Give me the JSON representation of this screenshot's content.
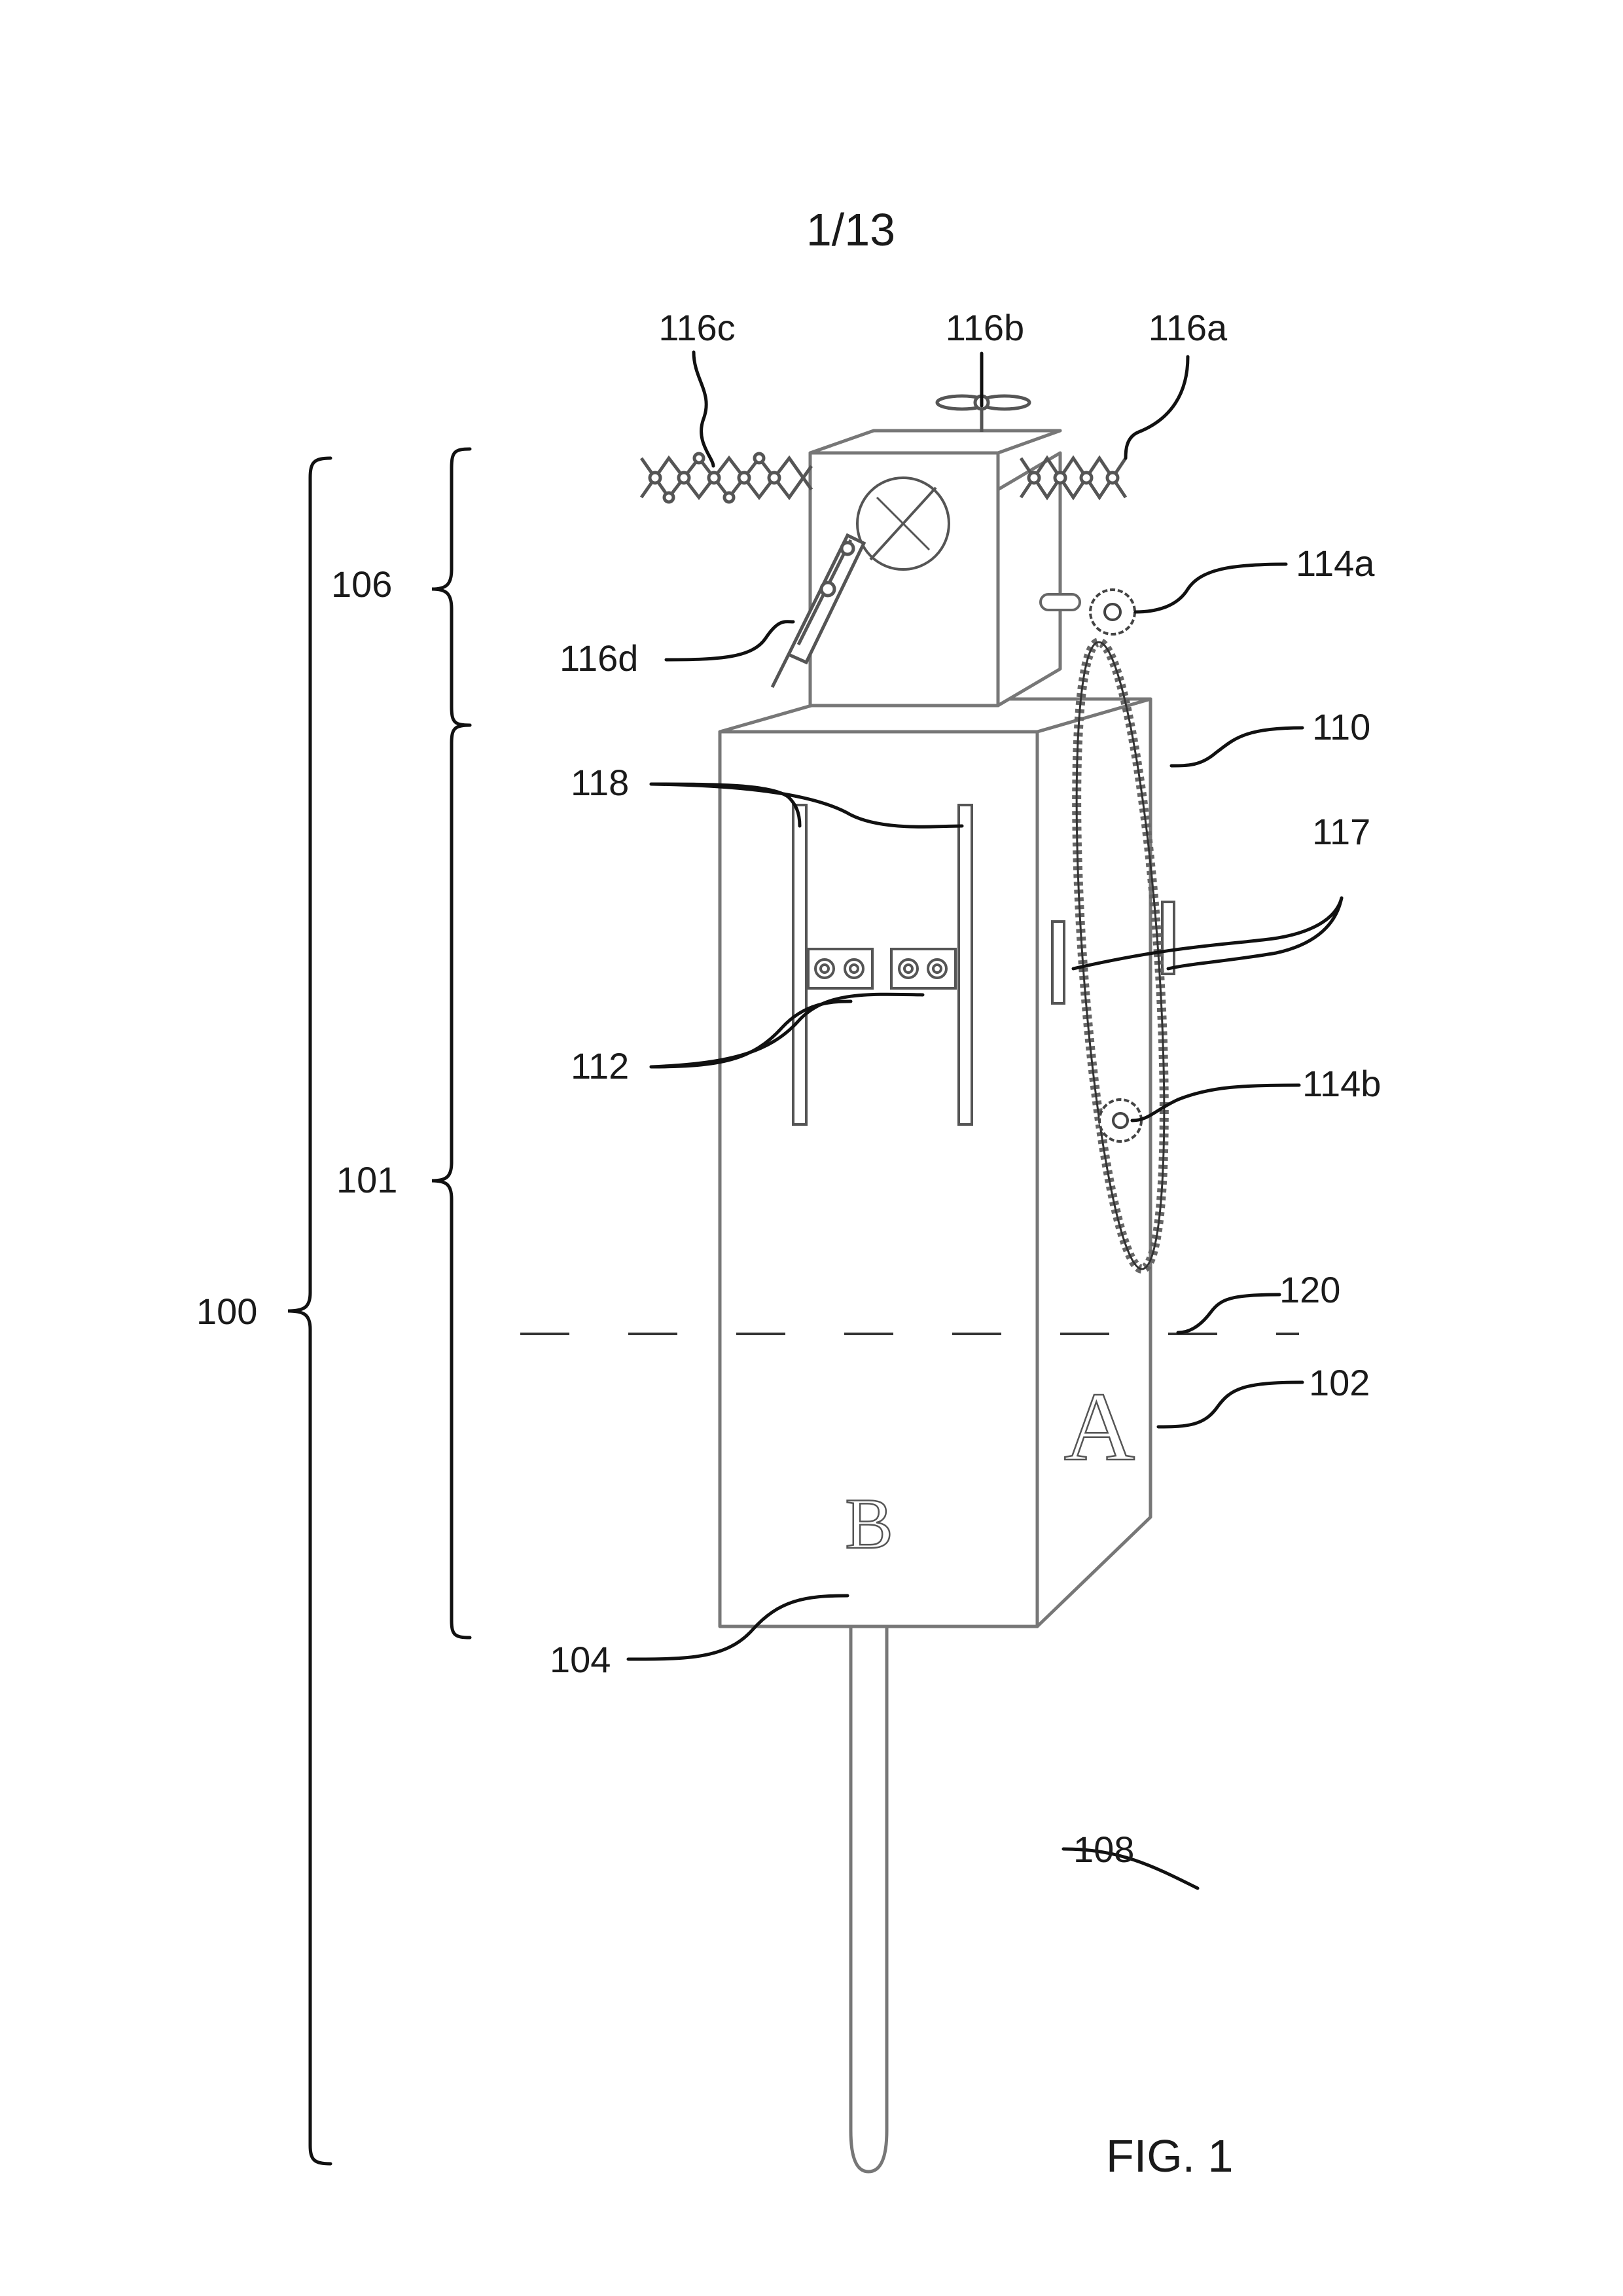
{
  "sheet_number": "1/13",
  "figure_label": "FIG. 1",
  "face_letters": {
    "side_a": "A",
    "front_b": "B"
  },
  "reference_numerals": {
    "r100": "100",
    "r101": "101",
    "r102": "102",
    "r104": "104",
    "r106": "106",
    "r108": "108",
    "r110": "110",
    "r112": "112",
    "r114a": "114a",
    "r114b": "114b",
    "r116a": "116a",
    "r116b": "116b",
    "r116c": "116c",
    "r116d": "116d",
    "r117": "117",
    "r118": "118",
    "r120": "120"
  }
}
